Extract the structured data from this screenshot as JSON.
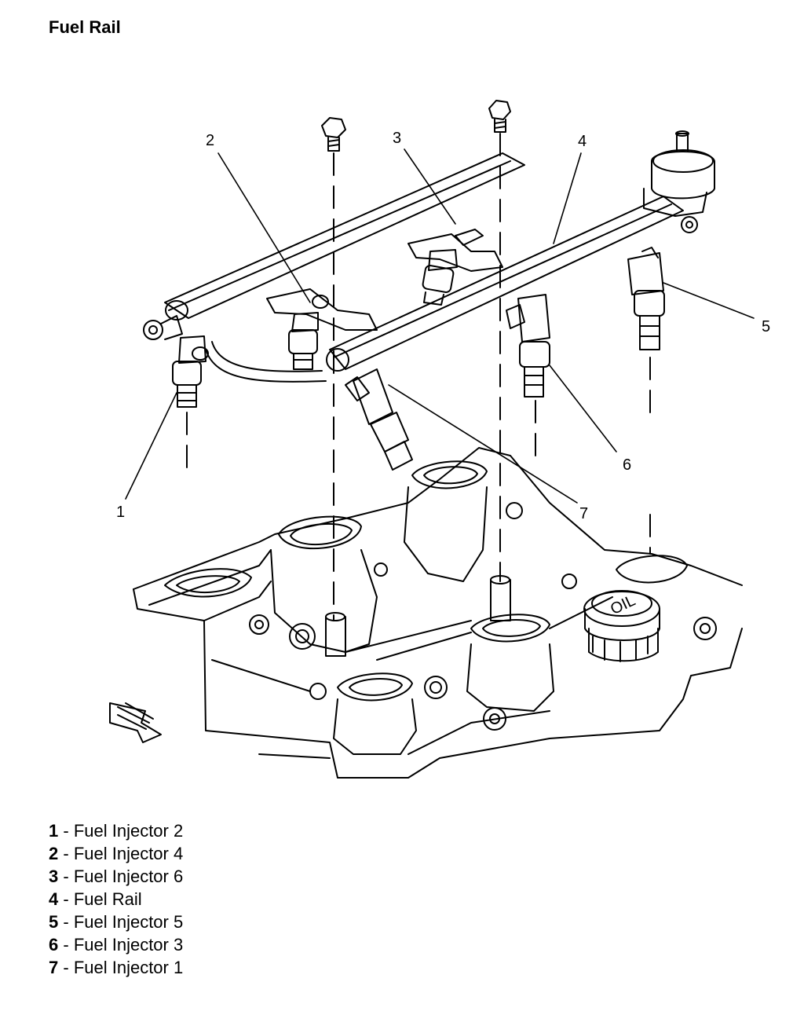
{
  "title": "Fuel Rail",
  "callouts": [
    "1",
    "2",
    "3",
    "4",
    "5",
    "6",
    "7"
  ],
  "oil_cap_text": "OIL",
  "legend": [
    {
      "num": "1",
      "sep": " - ",
      "label": "Fuel Injector 2"
    },
    {
      "num": "2",
      "sep": " - ",
      "label": "Fuel Injector 4"
    },
    {
      "num": "3",
      "sep": " - ",
      "label": "Fuel Injector 6"
    },
    {
      "num": "4",
      "sep": " - ",
      "label": "Fuel Rail"
    },
    {
      "num": "5",
      "sep": " - ",
      "label": "Fuel Injector 5"
    },
    {
      "num": "6",
      "sep": " - ",
      "label": "Fuel Injector 3"
    },
    {
      "num": "7",
      "sep": " - ",
      "label": "Fuel Injector 1"
    }
  ]
}
